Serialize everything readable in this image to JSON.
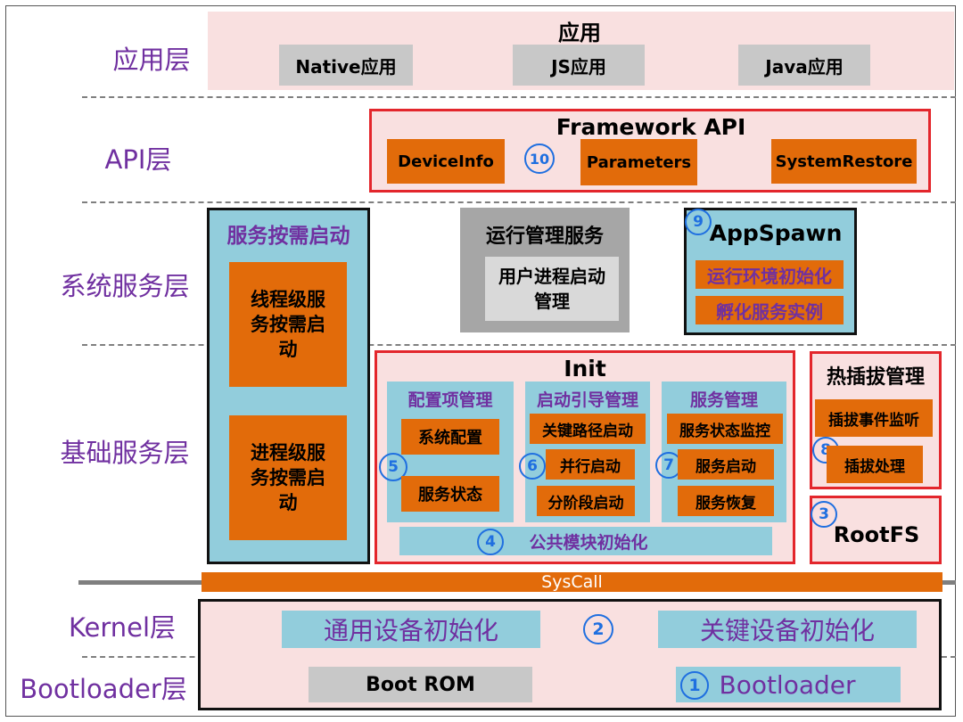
{
  "layers": {
    "app": "应用层",
    "api": "API层",
    "system": "系统服务层",
    "base": "基础服务层",
    "kernel": "Kernel层",
    "bootloader": "Bootloader层"
  },
  "app_layer": {
    "title": "应用",
    "items": [
      "Native应用",
      "JS应用",
      "Java应用"
    ]
  },
  "api_layer": {
    "title": "Framework API",
    "items": [
      "DeviceInfo",
      "Parameters",
      "SystemRestore"
    ],
    "marker": "10"
  },
  "on_demand": {
    "title": "服务按需启动",
    "items": [
      "线程级服务按需启动",
      "进程级服务按需启动"
    ]
  },
  "runtime_mgmt": {
    "title": "运行管理服务",
    "item": "用户进程启动管理"
  },
  "appspawn": {
    "marker": "9",
    "title": "AppSpawn",
    "items": [
      "运行环境初始化",
      "孵化服务实例"
    ]
  },
  "init": {
    "title": "Init",
    "config": {
      "title": "配置项管理",
      "marker": "5",
      "items": [
        "系统配置",
        "服务状态"
      ]
    },
    "boot": {
      "title": "启动引导管理",
      "marker": "6",
      "items": [
        "关键路径启动",
        "并行启动",
        "分阶段启动"
      ]
    },
    "service": {
      "title": "服务管理",
      "marker": "7",
      "items": [
        "服务状态监控",
        "服务启动",
        "服务恢复"
      ]
    },
    "common": {
      "marker": "4",
      "label": "公共模块初始化"
    }
  },
  "hotplug": {
    "title": "热插拔管理",
    "marker": "8",
    "items": [
      "插拔事件监听",
      "插拔处理"
    ]
  },
  "rootfs": {
    "marker": "3",
    "label": "RootFS"
  },
  "syscall": "SysCall",
  "kernel": {
    "marker": "2",
    "items": [
      "通用设备初始化",
      "关键设备初始化"
    ]
  },
  "bootloader": {
    "rom": "Boot ROM",
    "marker": "1",
    "label": "Bootloader"
  },
  "colors": {
    "layer_label": "#7030a0",
    "orange": "#e26b0a",
    "blue": "#92cddc",
    "red_border": "#e3262c",
    "marker": "#1f6fe0",
    "pink": "#f9e0e0"
  }
}
